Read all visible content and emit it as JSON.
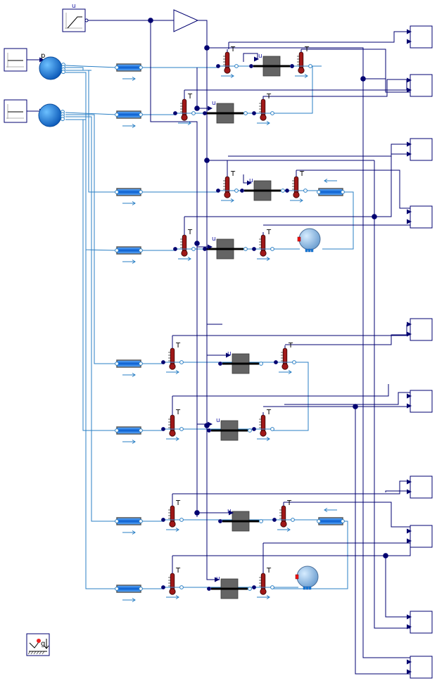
{
  "labels": {
    "ramp_u": "u",
    "source_p": "p",
    "sensor_T": "T",
    "heater_u": "u",
    "gravity_g": "g"
  },
  "colors": {
    "signal": "#000070",
    "fluid": "#2a7fc4",
    "pipe": "#1a7fd8",
    "sensor": "#a01818",
    "heater": "#646464",
    "vessel": "#8ab6e4"
  },
  "icons": {
    "ramp": "ramp-block-icon",
    "gain": "gain-triangle-icon",
    "step": "step-source-icon",
    "boundary": "fluid-boundary-sphere-icon",
    "pipe": "pipe-icon",
    "sensor": "temperature-sensor-icon",
    "heater": "heat-exchanger-icon",
    "vessel": "tank-icon",
    "output": "output-port-box-icon",
    "gravity": "gravity-system-icon"
  }
}
